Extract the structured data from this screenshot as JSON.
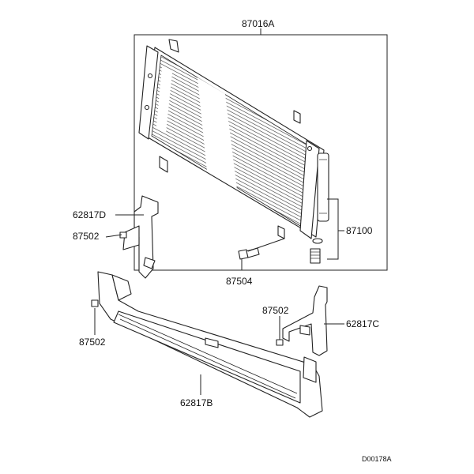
{
  "labels": {
    "condenser": "87016A",
    "receiver": "87100",
    "bracket_left": "62817D",
    "clip_left_upper": "87502",
    "bolt": "87504",
    "clip_left_lower": "87502",
    "clip_right": "87502",
    "bracket_right": "62817C",
    "shroud": "62817B",
    "diagram_code": "D00178A"
  }
}
